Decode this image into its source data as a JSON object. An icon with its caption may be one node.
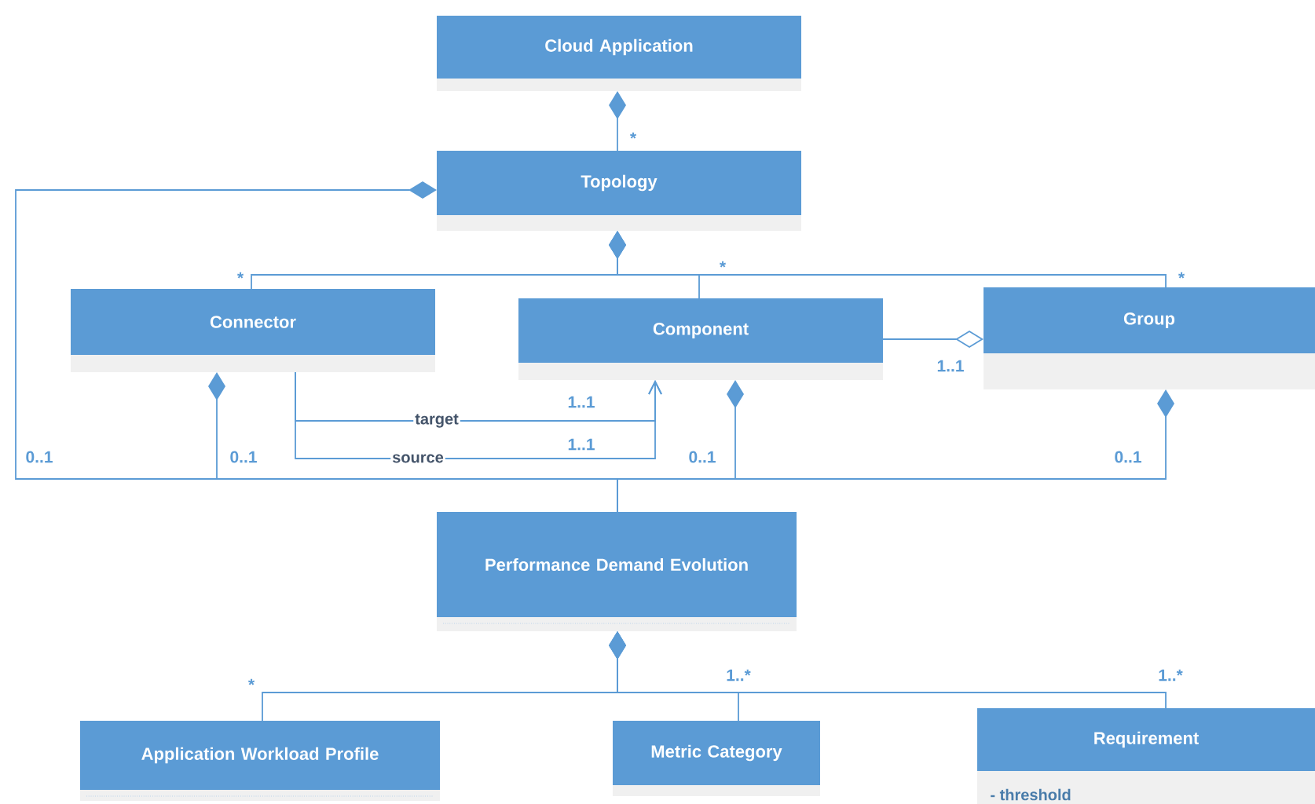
{
  "diagram": {
    "nodes": [
      {
        "text": [
          "Cloud Application"
        ]
      },
      {
        "text": [
          "Topology"
        ]
      },
      {
        "text": [
          "Connector"
        ]
      },
      {
        "text": [
          "Component"
        ]
      },
      {
        "text": [
          "Group"
        ]
      },
      {
        "text": [
          "Performance Demand Evolution"
        ]
      },
      {
        "text": [
          "Application Workload Profile"
        ]
      },
      {
        "text": [
          "Metric Category"
        ]
      },
      {
        "text": [
          "Requirement",
          "- threshold"
        ]
      }
    ],
    "edges": [
      {
        "from": 0,
        "to": 1,
        "arrow": "other"
      },
      {
        "from": 1,
        "to": 2,
        "arrow": "other"
      },
      {
        "from": 1,
        "to": 3,
        "arrow": "other"
      },
      {
        "from": 1,
        "to": 4,
        "arrow": "other"
      },
      {
        "from": 4,
        "to": 3,
        "arrow": "other"
      },
      {
        "from": 2,
        "to": 3,
        "arrow": "to",
        "label": "target"
      },
      {
        "from": 2,
        "to": 3,
        "arrow": "to",
        "label": "source"
      },
      {
        "from": 1,
        "to": 5,
        "arrow": "other"
      },
      {
        "from": 2,
        "to": 5,
        "arrow": "other"
      },
      {
        "from": 3,
        "to": 5,
        "arrow": "other"
      },
      {
        "from": 4,
        "to": 5,
        "arrow": "other"
      },
      {
        "from": 5,
        "to": 6,
        "arrow": "other"
      },
      {
        "from": 5,
        "to": 7,
        "arrow": "other"
      },
      {
        "from": 5,
        "to": 8,
        "arrow": "other"
      }
    ],
    "labels": [
      "*",
      "*",
      "*",
      "*",
      "1..1",
      "1..1",
      "1..1",
      "0..1",
      "0..1",
      "0..1",
      "0..1",
      "*",
      "1..*",
      "1..*"
    ]
  }
}
